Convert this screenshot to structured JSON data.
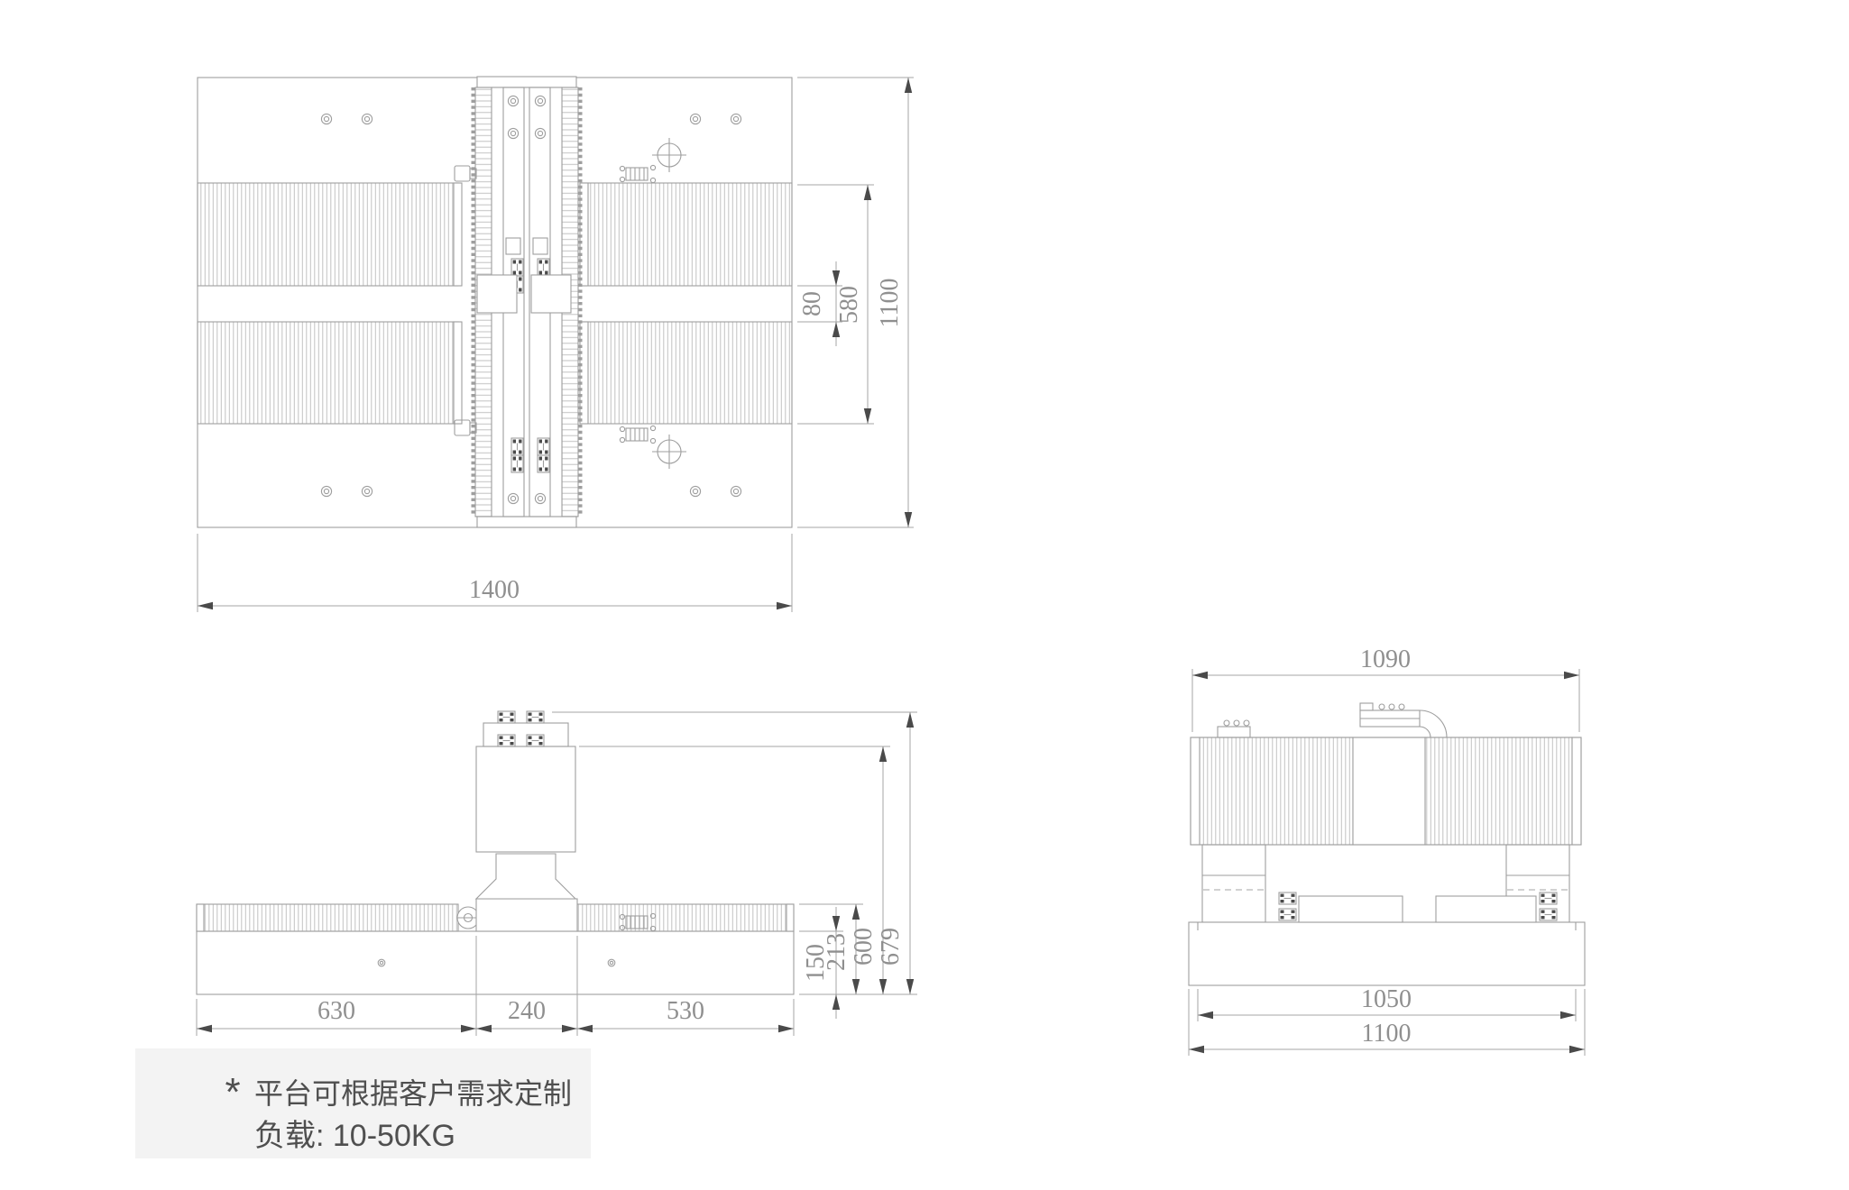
{
  "colors": {
    "line": "#9e9e9e",
    "dimline": "#a6a6a6",
    "dimtext": "#8f8f8f",
    "arrow": "#4a4a4a",
    "notetext": "#4f4f4f",
    "notebg": "#f3f3f3",
    "bg": "#ffffff"
  },
  "top_view": {
    "width": "1400",
    "overall_depth": "1100",
    "bellows_span": "580",
    "center_gap": "80"
  },
  "front_view": {
    "left_section": "630",
    "carriage_width": "240",
    "right_section": "530",
    "base_height": "150",
    "bellows_top_height": "213",
    "body_height": "600",
    "overall_height": "679"
  },
  "side_view": {
    "bellows_width": "1090",
    "inner_width": "1050",
    "overall_width": "1100"
  },
  "notes": {
    "bullet": "*",
    "line1": "平台可根据客户需求定制",
    "line2": "负载: 10-50KG"
  }
}
